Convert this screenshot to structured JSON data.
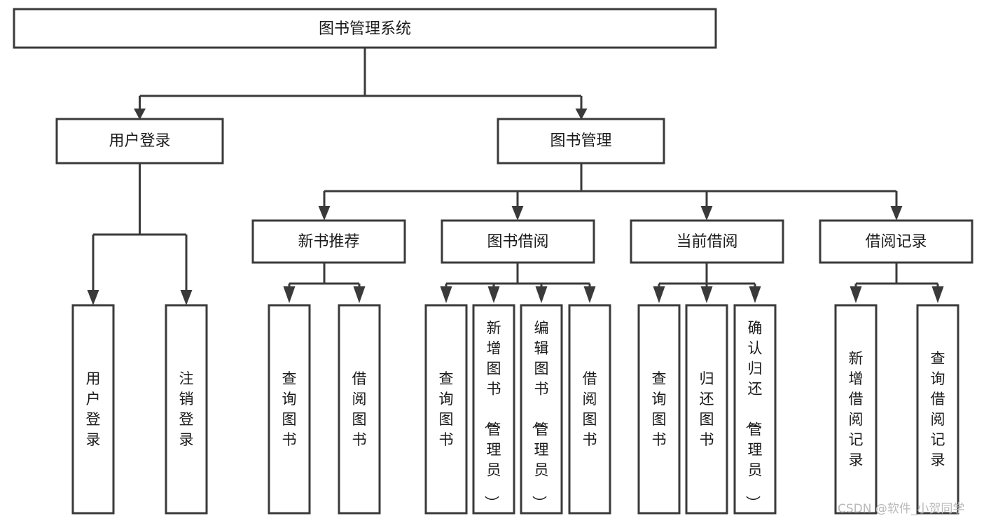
{
  "diagram": {
    "type": "tree",
    "title": "图书管理系统",
    "orientation": "top-down",
    "root": {
      "id": "root",
      "label": "图书管理系统"
    },
    "level2": [
      {
        "id": "user-login",
        "label": "用户登录"
      },
      {
        "id": "book-manage",
        "label": "图书管理"
      }
    ],
    "level3": [
      {
        "id": "new-book-rec",
        "label": "新书推荐",
        "parent": "book-manage"
      },
      {
        "id": "book-borrow",
        "label": "图书借阅",
        "parent": "book-manage"
      },
      {
        "id": "current-borrow",
        "label": "当前借阅",
        "parent": "book-manage"
      },
      {
        "id": "borrow-record",
        "label": "借阅记录",
        "parent": "book-manage"
      }
    ],
    "leaves": [
      {
        "id": "leaf-user-login",
        "label": "用户登录",
        "parent": "user-login"
      },
      {
        "id": "leaf-logout",
        "label": "注销登录",
        "parent": "user-login"
      },
      {
        "id": "leaf-query-book-1",
        "label": "查询图书",
        "parent": "new-book-rec"
      },
      {
        "id": "leaf-borrow-book-1",
        "label": "借阅图书",
        "parent": "new-book-rec"
      },
      {
        "id": "leaf-query-book-2",
        "label": "查询图书",
        "parent": "book-borrow"
      },
      {
        "id": "leaf-add-book",
        "label": "新增图书（管理员）",
        "parent": "book-borrow"
      },
      {
        "id": "leaf-edit-book",
        "label": "编辑图书（管理员）",
        "parent": "book-borrow"
      },
      {
        "id": "leaf-borrow-book-2",
        "label": "借阅图书",
        "parent": "book-borrow"
      },
      {
        "id": "leaf-query-book-3",
        "label": "查询图书",
        "parent": "current-borrow"
      },
      {
        "id": "leaf-return-book",
        "label": "归还图书",
        "parent": "current-borrow"
      },
      {
        "id": "leaf-confirm-return",
        "label": "确认归还（管理员）",
        "parent": "current-borrow"
      },
      {
        "id": "leaf-add-record",
        "label": "新增借阅记录",
        "parent": "borrow-record"
      },
      {
        "id": "leaf-query-record",
        "label": "查询借阅记录",
        "parent": "borrow-record"
      }
    ]
  },
  "watermark": {
    "text": "CSDN @软件_小贺同学"
  },
  "colors": {
    "stroke": "#3a3a3a",
    "box_fill": "#ffffff",
    "text": "#1b1b1b",
    "background": "#ffffff",
    "watermark": "#b9b9b9"
  }
}
